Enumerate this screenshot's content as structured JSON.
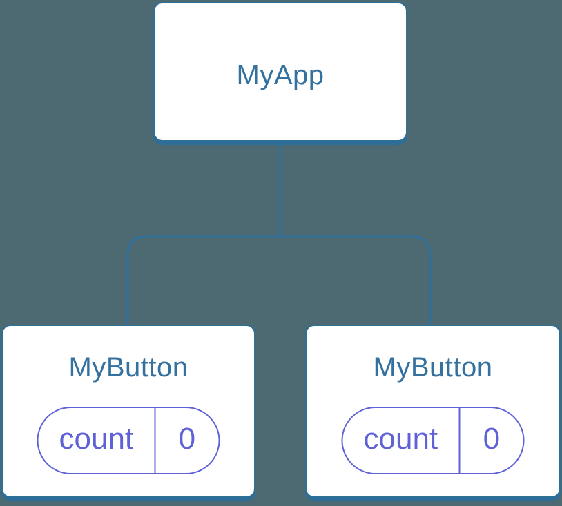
{
  "diagram": {
    "type": "component-tree",
    "root": {
      "label": "MyApp"
    },
    "children": [
      {
        "label": "MyButton",
        "state": {
          "key": "count",
          "value": "0"
        }
      },
      {
        "label": "MyButton",
        "state": {
          "key": "count",
          "value": "0"
        }
      }
    ],
    "colors": {
      "background": "#4d6a73",
      "connector": "#2e6f9b",
      "node_border": "#2e7095",
      "node_shadow": "#2d6d99",
      "node_fill": "#ffffff",
      "title_text": "#35719f",
      "state_accent": "#5f62d6"
    }
  }
}
